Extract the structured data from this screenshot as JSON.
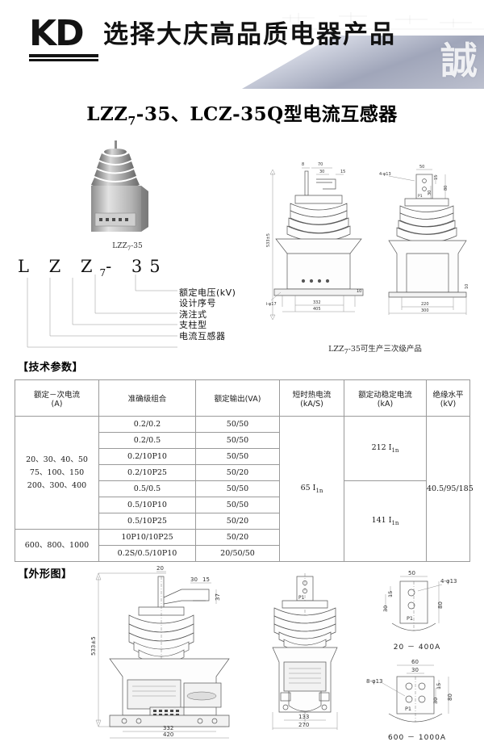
{
  "header": {
    "logo_text": "KD",
    "slogan": "选择大庆高品质电器产品",
    "watermark_char": "誠"
  },
  "title": {
    "main_prefix": "LZZ",
    "main_sub": "7",
    "main_rest": "-35、LCZ-35Q型电流互感器"
  },
  "product_photo": {
    "caption_prefix": "LZZ",
    "caption_sub": "7",
    "caption_rest": "-35",
    "alt": "cast-resin current transformer"
  },
  "model_code": {
    "chars": "L Z Z",
    "sub": "7",
    "suffix": "- 35",
    "legend": [
      "额定电压(kV)",
      "设计序号",
      "浇注式",
      "支柱型",
      "电流互感器"
    ]
  },
  "sections": {
    "tech_params": "【技术参数】",
    "outline": "【外形图】"
  },
  "table": {
    "headers": [
      "额定一次电流\n(A)",
      "准确级组合",
      "额定输出(VA)",
      "短时热电流\n(kA/S)",
      "额定动稳定电流\n(kA)",
      "绝缘水平\n(kV)"
    ],
    "header_lines": [
      [
        "额定－次电流",
        "(A)"
      ],
      [
        "准确级组合",
        ""
      ],
      [
        "额定输出(VA)",
        ""
      ],
      [
        "短时热电流",
        "(kA/S)"
      ],
      [
        "额定动稳定电流",
        "(kA)"
      ],
      [
        "绝缘水平",
        "(kV)"
      ]
    ],
    "current_groups": [
      "20、30、40、50\n75、100、150\n200、300、400",
      "600、800、1000"
    ],
    "current_group_lines": [
      [
        "20、30、40、50",
        "75、100、150",
        "200、300、400"
      ],
      [
        "600、800、1000"
      ]
    ],
    "accuracy_classes": [
      "0.2/0.2",
      "0.2/0.5",
      "0.2/10P10",
      "0.2/10P25",
      "0.5/0.5",
      "0.5/10P10",
      "0.5/10P25",
      "10P10/10P25",
      "0.2S/0.5/10P10"
    ],
    "rated_outputs": [
      "50/50",
      "50/50",
      "50/50",
      "50/20",
      "50/50",
      "50/50",
      "50/20",
      "50/20",
      "20/50/50"
    ],
    "short_time_current": "65 I",
    "short_time_current_sub": "1n",
    "dynamic_currents": [
      {
        "value": "212 I",
        "sub": "1n"
      },
      {
        "value": "141 I",
        "sub": "1n"
      }
    ],
    "insulation_level": "40.5/95/185"
  },
  "drawing_top": {
    "caption_prefix": "LZZ",
    "caption_sub": "7",
    "caption_rest": "-35可生产三次级产品",
    "front_dims": {
      "d_8": "8",
      "d_70": "70",
      "d_30": "30",
      "d_15": "15",
      "d_height": "533±5",
      "d_332": "332",
      "d_405": "405",
      "d_hole": "4-φ17"
    },
    "side_dims": {
      "d_hole": "4-φ13",
      "d_50": "50",
      "d_15": "15",
      "d_30": "30",
      "d_80": "80",
      "d_220": "220",
      "d_300": "300"
    }
  },
  "outline": {
    "front_dims": {
      "d_20": "20",
      "d_30": "30",
      "d_15": "15",
      "d_37": "37",
      "d_height": "533±5",
      "d_332": "332",
      "d_420": "420"
    },
    "side_dims": {
      "terminal": "P1",
      "d_133": "133",
      "d_270": "270"
    },
    "detail_small": {
      "d_50": "50",
      "d_hole": "4-φ13",
      "d_30": "30",
      "d_15": "15",
      "d_80": "80",
      "terminal": "P1",
      "caption": "20 － 400A"
    },
    "detail_large": {
      "d_60": "60",
      "d_30_top": "30",
      "d_hole": "8-φ13",
      "d_30": "30",
      "d_15": "15",
      "d_80": "80",
      "terminal": "P1",
      "caption": "600 － 1000A"
    }
  },
  "colors": {
    "ink": "#1a1a1a",
    "line": "#555555",
    "banner_grey": "#9ba1b6"
  }
}
